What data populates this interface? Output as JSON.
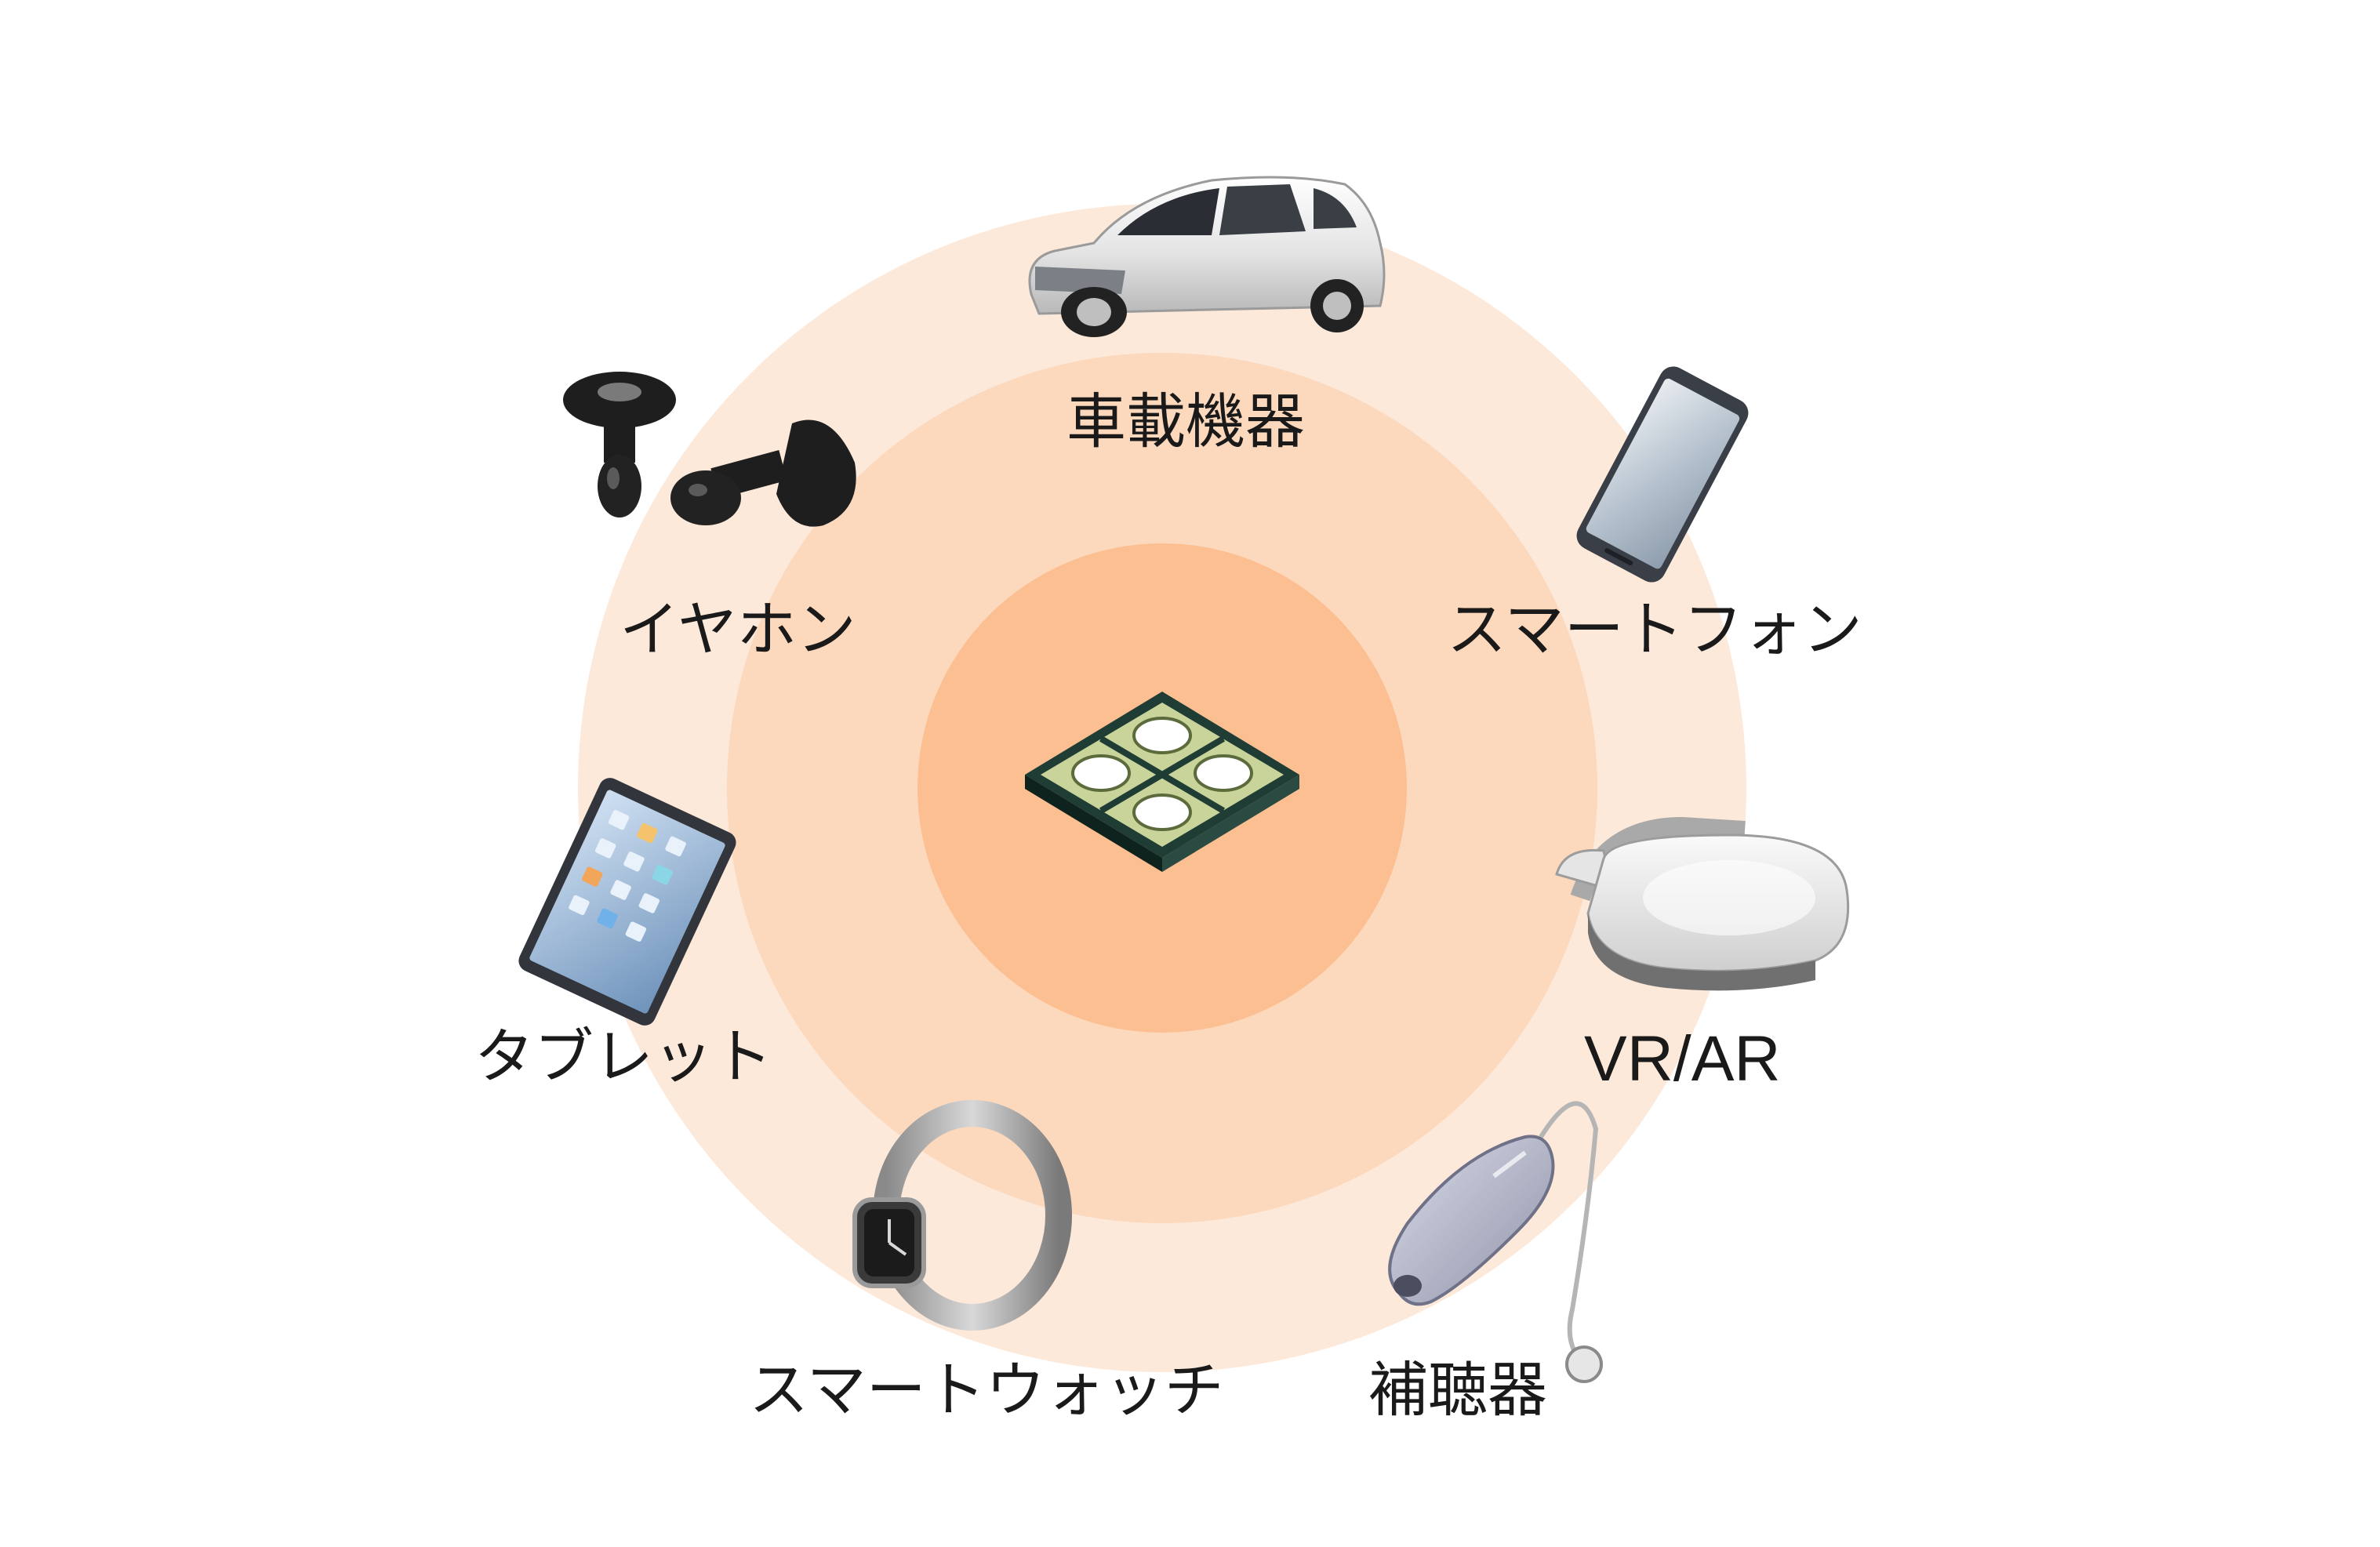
{
  "diagram": {
    "center": {
      "icon": "semiconductor-chip-icon"
    },
    "rings": {
      "outer_color": "#fde9da",
      "middle_color": "#fcd8bd",
      "inner_color": "#fbbf92"
    },
    "devices": [
      {
        "id": "car",
        "label": "車載機器",
        "icon": "car-icon"
      },
      {
        "id": "smartphone",
        "label": "スマートフォン",
        "icon": "smartphone-icon"
      },
      {
        "id": "vrar",
        "label": "VR/AR",
        "icon": "vr-headset-icon"
      },
      {
        "id": "hearing-aid",
        "label": "補聴器",
        "icon": "hearing-aid-icon"
      },
      {
        "id": "smartwatch",
        "label": "スマートウォッチ",
        "icon": "smartwatch-icon"
      },
      {
        "id": "tablet",
        "label": "タブレット",
        "icon": "tablet-icon"
      },
      {
        "id": "earphones",
        "label": "イヤホン",
        "icon": "earphones-icon"
      }
    ]
  }
}
